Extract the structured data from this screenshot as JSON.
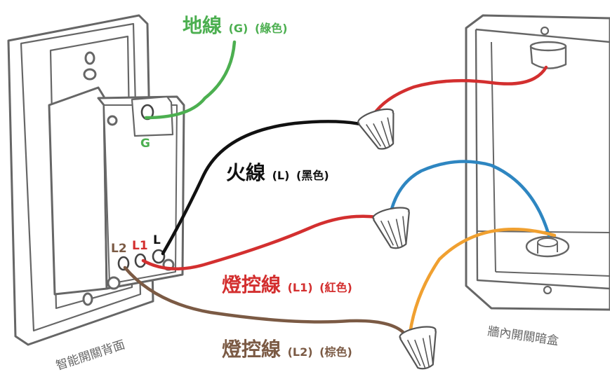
{
  "colors": {
    "ground": "#4caf50",
    "live": "#111111",
    "load1": "#d32f2f",
    "load2": "#7b5a44",
    "blue": "#2e86c1",
    "orange": "#f0a030",
    "outline": "#666666"
  },
  "labels": {
    "ground": {
      "main": "地線",
      "code": "(G)",
      "color": "(綠色)"
    },
    "live": {
      "main": "火線",
      "code": "(L)",
      "color": "(黑色)"
    },
    "load1": {
      "main": "燈控線",
      "code": "(L1)",
      "color": "(紅色)"
    },
    "load2": {
      "main": "燈控線",
      "code": "(L2)",
      "color": "(棕色)"
    }
  },
  "terminals": {
    "g": "G",
    "l": "L",
    "l1": "L1",
    "l2": "L2"
  },
  "captions": {
    "switch_back": "智能開關背面",
    "wall_box": "牆內開關暗盒"
  }
}
